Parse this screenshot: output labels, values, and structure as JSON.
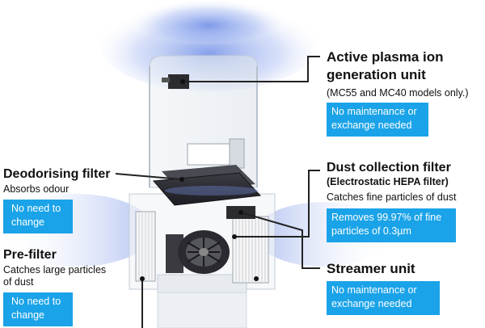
{
  "callouts": {
    "plasma": {
      "title_line1": "Active plasma ion",
      "title_line2": "generation unit",
      "note": "(MC55 and MC40 models only.)",
      "badge_line1": "No maintenance or",
      "badge_line2": "exchange needed"
    },
    "deodorising": {
      "title": "Deodorising filter",
      "description": "Absorbs odour",
      "badge_line1": "No need to",
      "badge_line2": "change"
    },
    "dust": {
      "title": "Dust collection filter",
      "subtitle": "(Electrostatic HEPA filter)",
      "description": "Catches fine particles of dust",
      "badge_line1": "Removes 99.97% of fine",
      "badge_line2": "particles of 0.3µm"
    },
    "prefilter": {
      "title": "Pre-filter",
      "description_line1": "Catches large particles",
      "description_line2": "of dust",
      "badge_line1": "No need to",
      "badge_line2": "change"
    },
    "streamer": {
      "title": "Streamer unit",
      "badge_line1": "No maintenance or",
      "badge_line2": "exchange needed"
    }
  },
  "colors": {
    "badge": "#1aa3e8",
    "airflow": "#6f8fe6",
    "leader_line": "#222222"
  }
}
